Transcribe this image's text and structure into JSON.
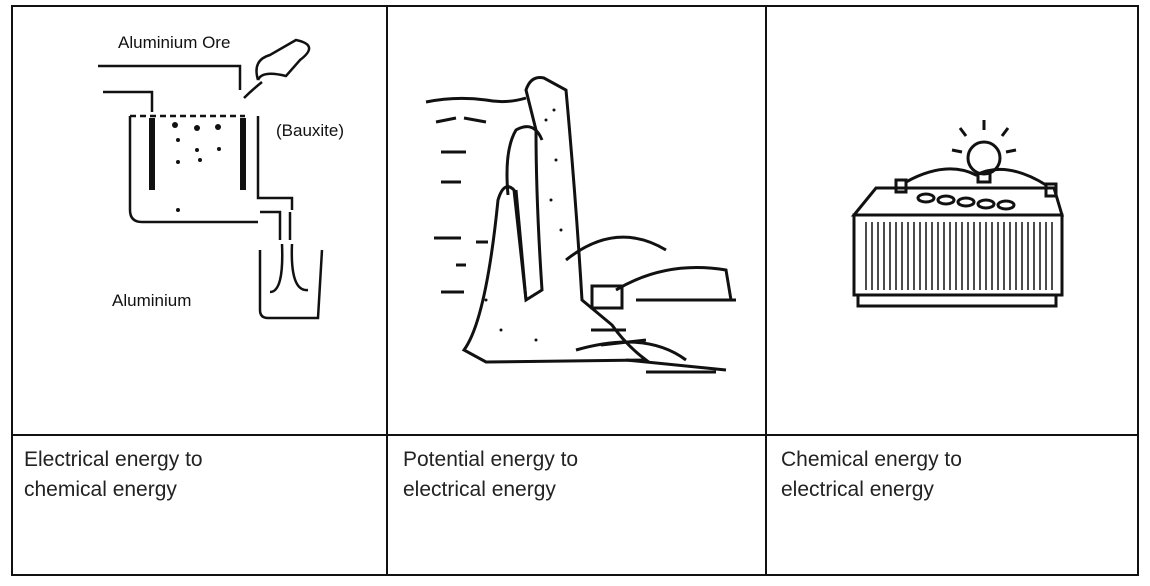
{
  "cells": [
    {
      "labels": {
        "ore": "Aluminium Ore",
        "bauxite": "(Bauxite)",
        "metal": "Aluminium"
      },
      "caption_line1": "Electrical energy to",
      "caption_line2": "chemical energy"
    },
    {
      "caption_line1": "Potential energy to",
      "caption_line2": "electrical energy"
    },
    {
      "caption_line1": "Chemical energy to",
      "caption_line2": "electrical energy"
    }
  ]
}
